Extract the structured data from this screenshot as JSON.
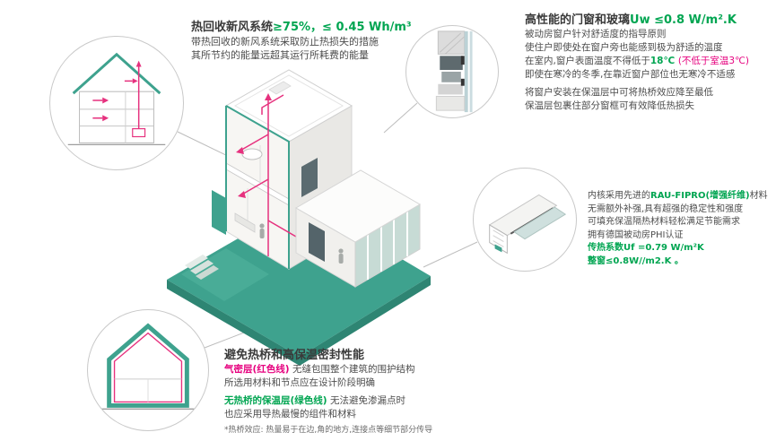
{
  "colors": {
    "accent_teal": "#3EA28E",
    "accent_green": "#00A551",
    "accent_pink": "#E6007E",
    "text_dark": "#3A3A3A",
    "text_body": "#4D4D4D"
  },
  "illustrations": {
    "main": "isometric-passive-house-cutaway",
    "top_left": "house-cross-section-ventilation",
    "top_right": "window-installation-section",
    "right": "window-frame-profile",
    "bottom_left": "house-cross-section-insulation"
  },
  "sections": {
    "heat_recovery": {
      "title_dark": "热回收新风系统",
      "title_green": "≥75%，≤ 0.45 Wh/m³",
      "line1": "带热回收的新风系统采取防止热损失的措施",
      "line2": "其所节约的能量远超其运行所耗费的能量"
    },
    "windows": {
      "title_dark": "高性能的门窗和玻璃",
      "title_green": "Uw ≤0.8 W/m².K",
      "line1": "被动房窗户针对舒适度的指导原则",
      "line2": "使住户即使处在窗户旁也能感到极为舒适的温度",
      "line3_pre": "在室内,窗户表面温度不得低于",
      "line3_green": "18℃ ",
      "line3_pink": "(不低于室温3℃)",
      "line4": "即使在寒冷的冬季,在靠近窗户部位也无寒冷不适感",
      "line5": "将窗户安装在保温层中可将热桥效应降至最低",
      "line6": "保温层包裹住部分窗框可有效降低热损失"
    },
    "frame_profile": {
      "line1_pre": "内核采用先进的",
      "line1_green": "RAU-FIPRO(增强纤维)",
      "line1_post": "材料",
      "line2": "无需额外补强,具有超强的稳定性和强度",
      "line3": "可填充保温隔热材料轻松满足节能需求",
      "line4": "拥有德国被动房PHI认证",
      "line5": "传热系数Uf =0.79 W/m²K",
      "line6": "整窗≤0.8W//m2.K 。"
    },
    "thermal_bridge": {
      "title": "避免热桥和高保温密封性能",
      "line1_pink": "气密层(红色线)",
      "line1_rest": " 无缝包围整个建筑的围护结构",
      "line2": "所选用材料和节点应在设计阶段明确",
      "line3_green": "无热桥的保温层(绿色线)",
      "line3_rest": " 无法避免渗漏点时",
      "line4": "也应采用导热最慢的组件和材料",
      "footnote": "*热桥效应: 热量易于在边,角的地方,连接点等细节部分传导"
    }
  }
}
